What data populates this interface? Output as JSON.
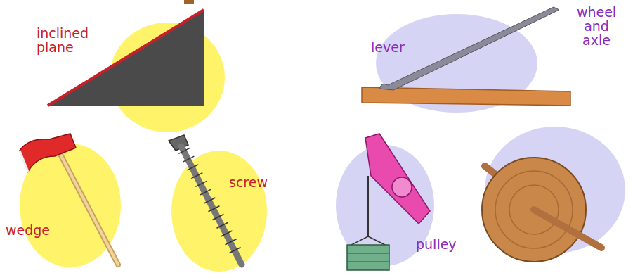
{
  "diagram": {
    "labels": [
      "inclined plane",
      "lever",
      "wedge",
      "screw",
      "pulley",
      "wheel and axle"
    ]
  }
}
